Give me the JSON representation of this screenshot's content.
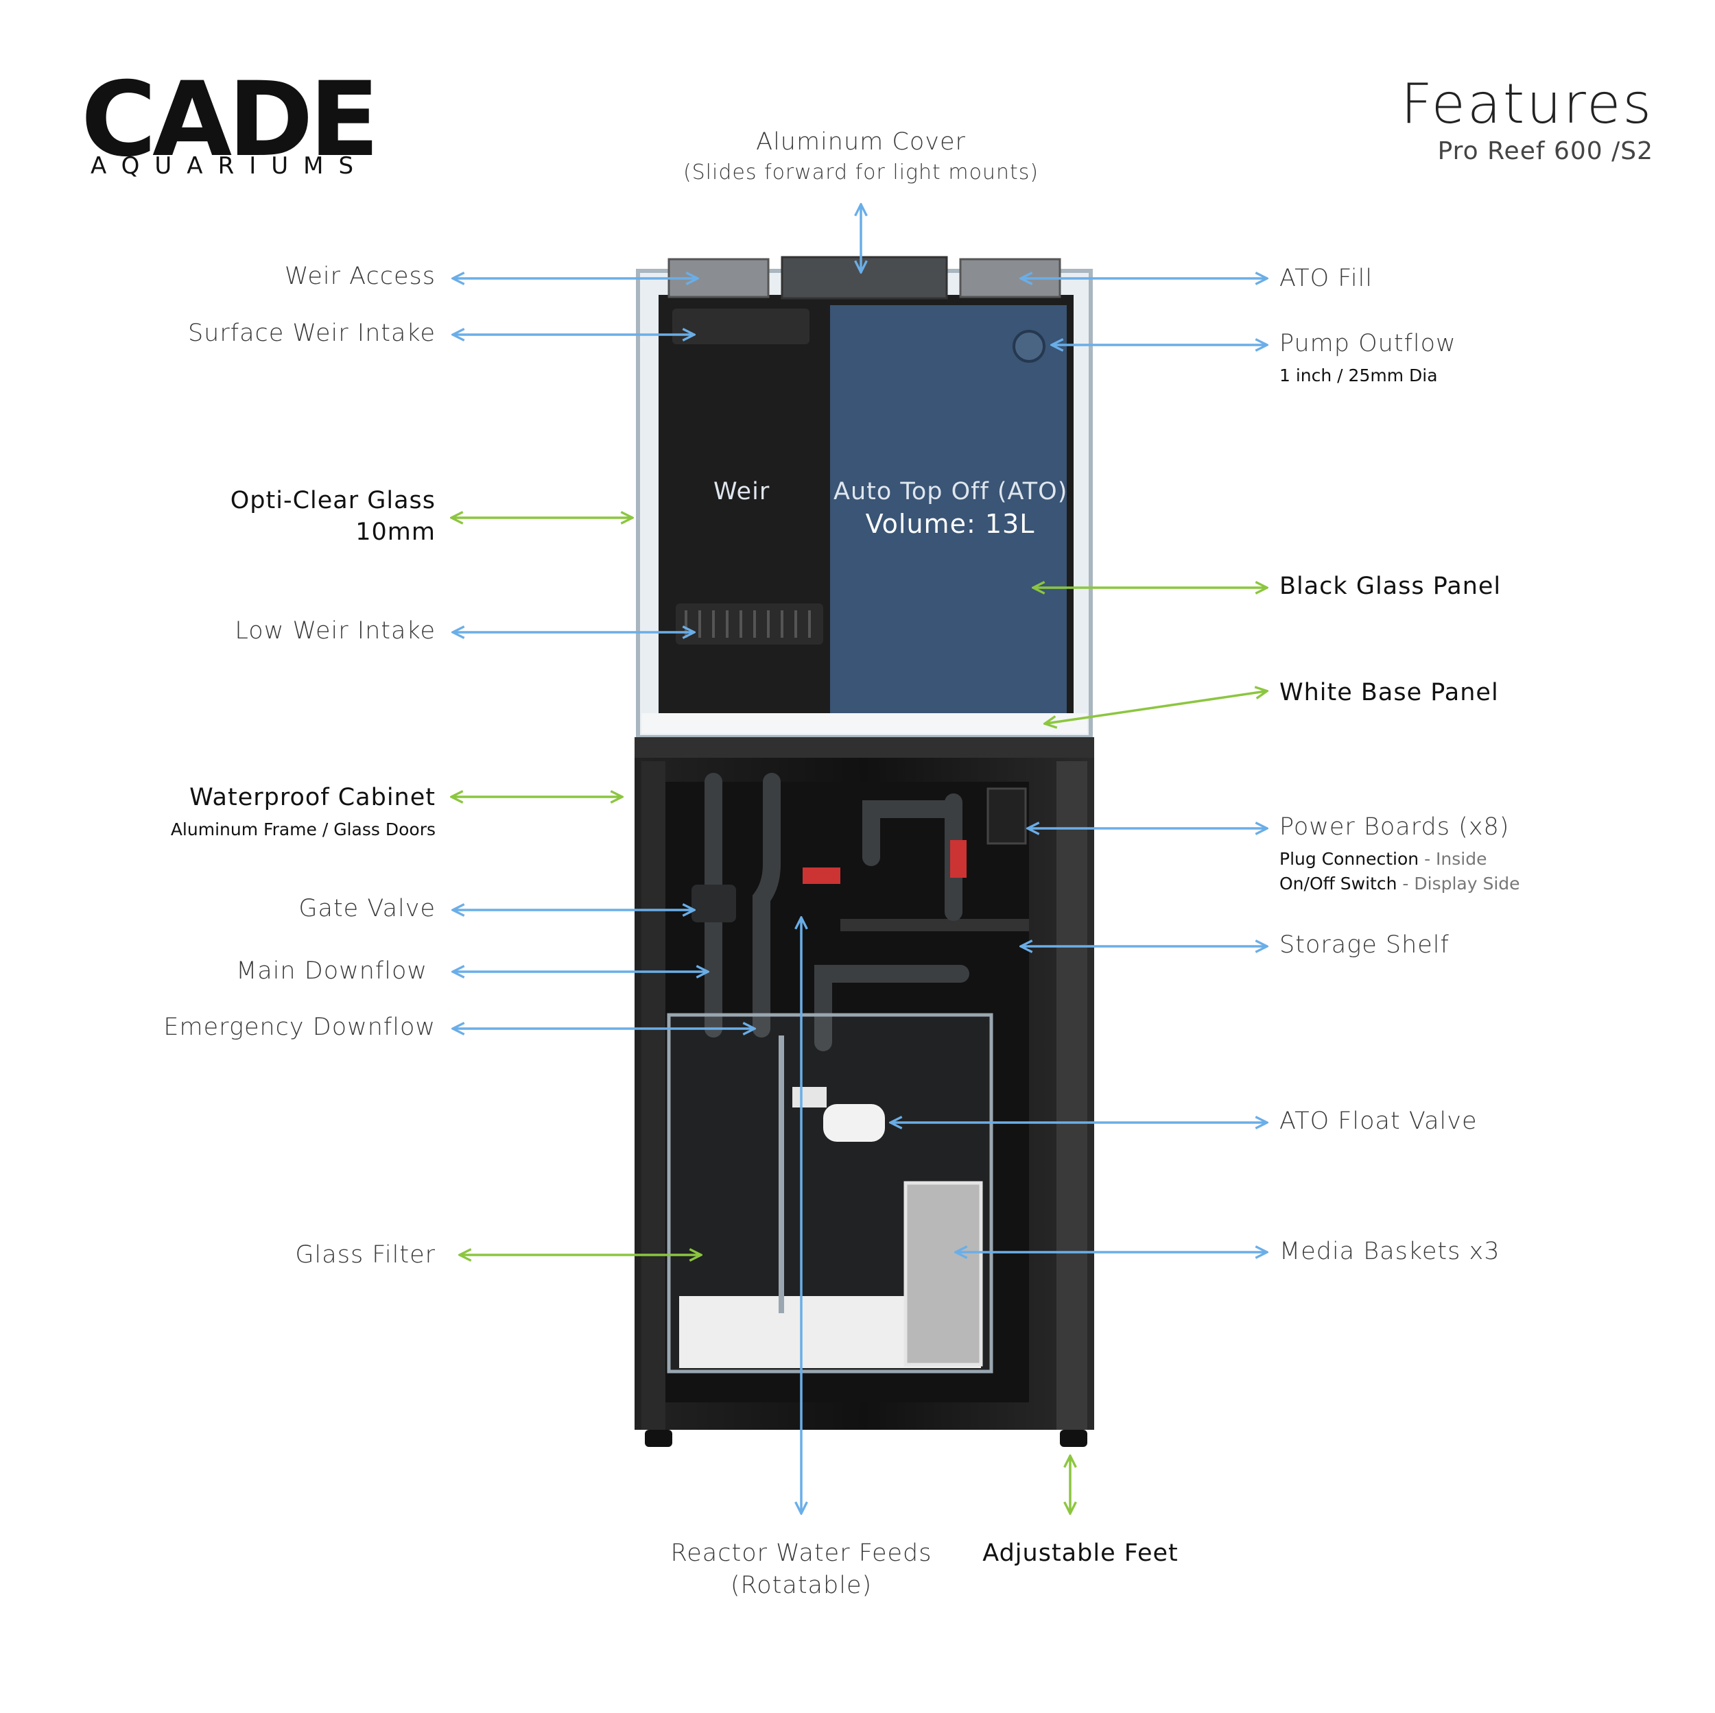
{
  "brand": {
    "wordmark": "CADE",
    "tagline": "AQUARIUMS"
  },
  "header": {
    "title": "Features",
    "subtitle": "Pro Reef 600 /S2"
  },
  "tank_labels": {
    "weir": "Weir",
    "ato_title": "Auto Top Off (ATO)",
    "ato_volume": "Volume: 13L"
  },
  "callouts": {
    "aluminum_cover": {
      "title": "Aluminum Cover",
      "note": "(Slides forward for light mounts)"
    },
    "weir_access": "Weir Access",
    "surface_weir_intake": "Surface Weir Intake",
    "opti_clear_glass": {
      "line1": "Opti-Clear Glass",
      "line2": "10mm"
    },
    "low_weir_intake": "Low Weir Intake",
    "waterproof_cabinet": {
      "title": "Waterproof Cabinet",
      "note": "Aluminum Frame / Glass Doors"
    },
    "gate_valve": "Gate Valve",
    "main_downflow": "Main Downflow",
    "emergency_downflow": "Emergency Downflow",
    "glass_filter": "Glass Filter",
    "ato_fill": "ATO Fill",
    "pump_outflow": {
      "title": "Pump Outflow",
      "note": "1 inch / 25mm Dia"
    },
    "black_glass_panel": "Black Glass Panel",
    "white_base_panel": "White Base Panel",
    "power_boards": {
      "title": "Power Boards (x8)",
      "line1_a": "Plug Connection",
      "line1_b": " - Inside",
      "line2_a": "On/Off Switch",
      "line2_b": " - Display Side"
    },
    "storage_shelf": "Storage Shelf",
    "ato_float_valve": "ATO Float Valve",
    "media_baskets": "Media Baskets x3",
    "reactor_water_feeds": {
      "line1": "Reactor Water Feeds",
      "line2": "(Rotatable)"
    },
    "adjustable_feet": "Adjustable Feet"
  },
  "colors": {
    "blue_arrow": "#6aaee8",
    "green_arrow": "#8cc63f",
    "ato_panel": "#3a5575",
    "cabinet": "#1c1c1c"
  }
}
